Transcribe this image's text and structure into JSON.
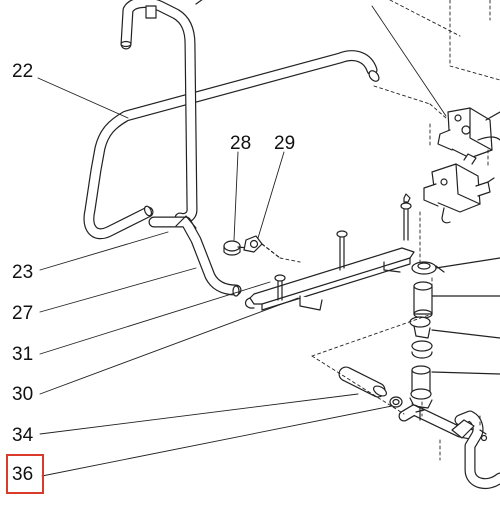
{
  "diagram": {
    "callouts": [
      {
        "id": "22",
        "label": "22"
      },
      {
        "id": "28",
        "label": "28"
      },
      {
        "id": "29",
        "label": "29"
      },
      {
        "id": "23",
        "label": "23"
      },
      {
        "id": "27",
        "label": "27"
      },
      {
        "id": "31",
        "label": "31"
      },
      {
        "id": "30",
        "label": "30"
      },
      {
        "id": "34",
        "label": "34"
      },
      {
        "id": "36",
        "label": "36"
      }
    ],
    "highlighted_callout": "36",
    "colors": {
      "line": "#222222",
      "highlight": "#d93a2b",
      "part_fill": "#ffffff",
      "shade": "#cfcfcf"
    }
  }
}
